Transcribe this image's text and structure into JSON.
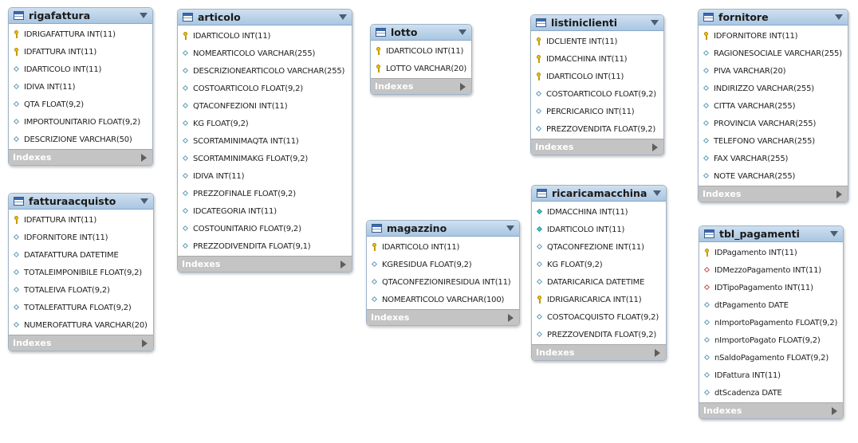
{
  "indexes_label": "Indexes",
  "tables": [
    {
      "id": "rigafattura",
      "name": "rigafattura",
      "columns": [
        {
          "text": "IDRIGAFATTURA INT(11)",
          "icon": "pk"
        },
        {
          "text": "IDFATTURA INT(11)",
          "icon": "pk"
        },
        {
          "text": "IDARTICOLO INT(11)",
          "icon": "df"
        },
        {
          "text": "IDIVA INT(11)",
          "icon": "df"
        },
        {
          "text": "QTA FLOAT(9,2)",
          "icon": "df"
        },
        {
          "text": "IMPORTOUNITARIO FLOAT(9,2)",
          "icon": "df"
        },
        {
          "text": "DESCRIZIONE VARCHAR(50)",
          "icon": "df"
        }
      ]
    },
    {
      "id": "fatturaacquisto",
      "name": "fatturaacquisto",
      "columns": [
        {
          "text": "IDFATTURA INT(11)",
          "icon": "pk"
        },
        {
          "text": "IDFORNITORE INT(11)",
          "icon": "df"
        },
        {
          "text": "DATAFATTURA DATETIME",
          "icon": "df"
        },
        {
          "text": "TOTALEIMPONIBILE FLOAT(9,2)",
          "icon": "df"
        },
        {
          "text": "TOTALEIVA FLOAT(9,2)",
          "icon": "df"
        },
        {
          "text": "TOTALEFATTURA FLOAT(9,2)",
          "icon": "df"
        },
        {
          "text": "NUMEROFATTURA VARCHAR(20)",
          "icon": "df"
        }
      ]
    },
    {
      "id": "articolo",
      "name": "articolo",
      "columns": [
        {
          "text": "IDARTICOLO INT(11)",
          "icon": "pk"
        },
        {
          "text": "NOMEARTICOLO VARCHAR(255)",
          "icon": "df"
        },
        {
          "text": "DESCRIZIONEARTICOLO VARCHAR(255)",
          "icon": "df"
        },
        {
          "text": "COSTOARTICOLO FLOAT(9,2)",
          "icon": "df"
        },
        {
          "text": "QTACONFEZIONI INT(11)",
          "icon": "df"
        },
        {
          "text": "KG FLOAT(9,2)",
          "icon": "df"
        },
        {
          "text": "SCORTAMINIMAQTA INT(11)",
          "icon": "df"
        },
        {
          "text": "SCORTAMINIMAKG FLOAT(9,2)",
          "icon": "df"
        },
        {
          "text": "IDIVA INT(11)",
          "icon": "df"
        },
        {
          "text": "PREZZOFINALE FLOAT(9,2)",
          "icon": "df"
        },
        {
          "text": "IDCATEGORIA INT(11)",
          "icon": "df"
        },
        {
          "text": "COSTOUNITARIO FLOAT(9,2)",
          "icon": "df"
        },
        {
          "text": "PREZZODIVENDITA FLOAT(9,1)",
          "icon": "df"
        }
      ]
    },
    {
      "id": "lotto",
      "name": "lotto",
      "columns": [
        {
          "text": "IDARTICOLO INT(11)",
          "icon": "pk"
        },
        {
          "text": "LOTTO VARCHAR(20)",
          "icon": "pk"
        }
      ]
    },
    {
      "id": "magazzino",
      "name": "magazzino",
      "columns": [
        {
          "text": "IDARTICOLO INT(11)",
          "icon": "pk"
        },
        {
          "text": "KGRESIDUA FLOAT(9,2)",
          "icon": "df"
        },
        {
          "text": "QTACONFEZIONIRESIDUA INT(11)",
          "icon": "df"
        },
        {
          "text": "NOMEARTICOLO VARCHAR(100)",
          "icon": "df"
        }
      ]
    },
    {
      "id": "listiniclienti",
      "name": "listiniclienti",
      "columns": [
        {
          "text": "IDCLIENTE INT(11)",
          "icon": "pk"
        },
        {
          "text": "IDMACCHINA INT(11)",
          "icon": "pk"
        },
        {
          "text": "IDARTICOLO INT(11)",
          "icon": "pk"
        },
        {
          "text": "COSTOARTICOLO FLOAT(9,2)",
          "icon": "df"
        },
        {
          "text": "PERCRICARICO INT(11)",
          "icon": "df"
        },
        {
          "text": "PREZZOVENDITA FLOAT(9,2)",
          "icon": "df"
        }
      ]
    },
    {
      "id": "ricaricamacchina",
      "name": "ricaricamacchina",
      "columns": [
        {
          "text": "IDMACCHINA INT(11)",
          "icon": "nn"
        },
        {
          "text": "IDARTICOLO INT(11)",
          "icon": "nn"
        },
        {
          "text": "QTACONFEZIONE INT(11)",
          "icon": "df"
        },
        {
          "text": "KG FLOAT(9,2)",
          "icon": "df"
        },
        {
          "text": "DATARICARICA DATETIME",
          "icon": "df"
        },
        {
          "text": "IDRIGARICARICA INT(11)",
          "icon": "pk"
        },
        {
          "text": "COSTOACQUISTO FLOAT(9,2)",
          "icon": "df"
        },
        {
          "text": "PREZZOVENDITA FLOAT(9,2)",
          "icon": "df"
        }
      ]
    },
    {
      "id": "fornitore",
      "name": "fornitore",
      "columns": [
        {
          "text": "IDFORNITORE INT(11)",
          "icon": "pk"
        },
        {
          "text": "RAGIONESOCIALE VARCHAR(255)",
          "icon": "df"
        },
        {
          "text": "PIVA VARCHAR(20)",
          "icon": "df"
        },
        {
          "text": "INDIRIZZO VARCHAR(255)",
          "icon": "df"
        },
        {
          "text": "CITTA VARCHAR(255)",
          "icon": "df"
        },
        {
          "text": "PROVINCIA VARCHAR(255)",
          "icon": "df"
        },
        {
          "text": "TELEFONO VARCHAR(255)",
          "icon": "df"
        },
        {
          "text": "FAX VARCHAR(255)",
          "icon": "df"
        },
        {
          "text": "NOTE VARCHAR(255)",
          "icon": "df"
        }
      ]
    },
    {
      "id": "tbl_pagamenti",
      "name": "tbl_pagamenti",
      "columns": [
        {
          "text": "IDPagamento INT(11)",
          "icon": "pk"
        },
        {
          "text": "IDMezzoPagamento INT(11)",
          "icon": "fk"
        },
        {
          "text": "IDTipoPagamento INT(11)",
          "icon": "fk"
        },
        {
          "text": "dtPagamento DATE",
          "icon": "df"
        },
        {
          "text": "nImportoPagamento FLOAT(9,2)",
          "icon": "df"
        },
        {
          "text": "nImportoPagato FLOAT(9,2)",
          "icon": "df"
        },
        {
          "text": "nSaldoPagamento FLOAT(9,2)",
          "icon": "df"
        },
        {
          "text": "IDFattura INT(11)",
          "icon": "df"
        },
        {
          "text": "dtScadenza DATE",
          "icon": "df"
        }
      ]
    }
  ]
}
